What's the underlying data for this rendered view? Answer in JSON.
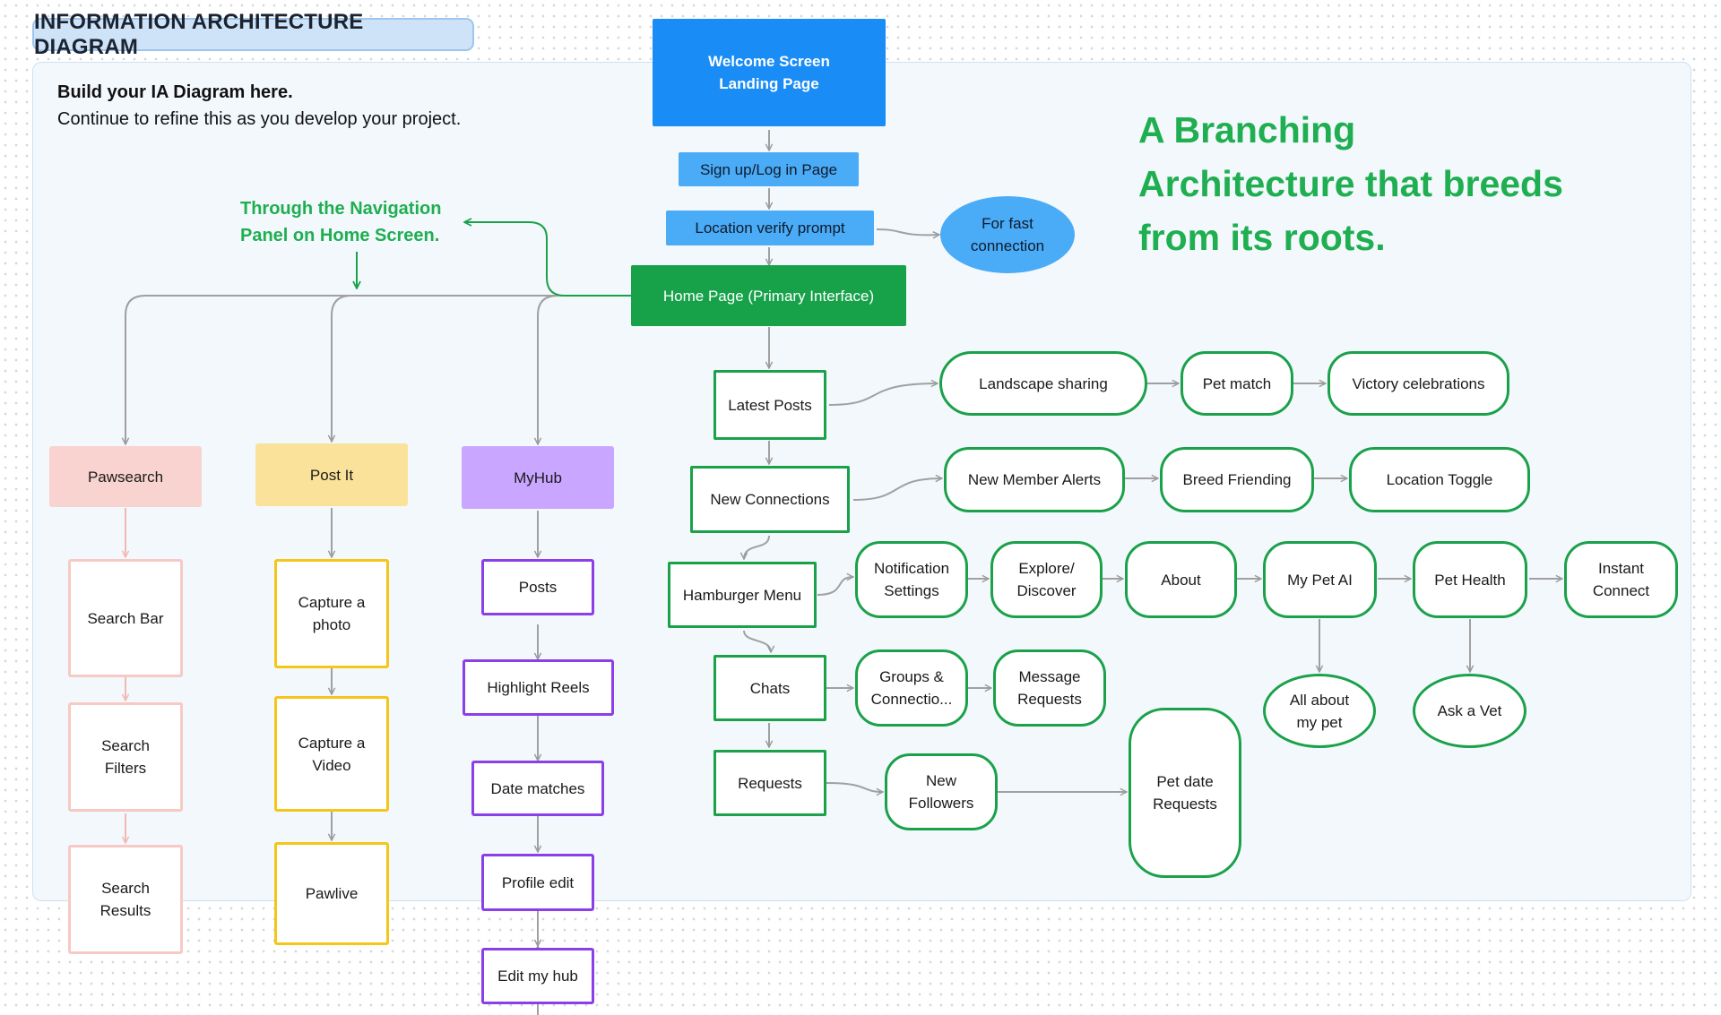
{
  "header": {
    "badge": "INFORMATION ARCHITECTURE DIAGRAM",
    "intro_bold": "Build your IA Diagram here.",
    "intro_text": "Continue to refine this as you develop your project."
  },
  "headline": {
    "line1": "A Branching",
    "line2": "Architecture that breeds",
    "line3": "from its roots."
  },
  "nav_note": {
    "line1": "Through the Navigation",
    "line2": "Panel on Home Screen."
  },
  "colors": {
    "primary_blue": "#1a8cf5",
    "light_blue": "#4aabf7",
    "green": "#1aa14a",
    "pink": "#f8d3cf",
    "yellow": "#fae29a",
    "purple": "#c9a6ff"
  },
  "flow": {
    "welcome": "Welcome Screen\nLanding Page",
    "signup": "Sign up/Log in Page",
    "location": "Location verify prompt",
    "fast": "For fast\nconnection",
    "home": "Home Page (Primary Interface)"
  },
  "main": {
    "latest_posts": "Latest Posts",
    "landscape": "Landscape sharing",
    "pet_match": "Pet match",
    "victory": "Victory celebrations",
    "new_connections": "New Connections",
    "new_member": "New Member Alerts",
    "breed": "Breed Friending",
    "loc_toggle": "Location Toggle",
    "hamburger": "Hamburger Menu",
    "notif": "Notification\nSettings",
    "explore": "Explore/\nDiscover",
    "about": "About",
    "mypetai": "My Pet AI",
    "pethealth": "Pet Health",
    "instant": "Instant\nConnect",
    "allabout": "All about\nmy pet",
    "askvet": "Ask a Vet",
    "chats": "Chats",
    "groups": "Groups &\nConnectio...",
    "message": "Message\nRequests",
    "requests": "Requests",
    "newfollowers": "New\nFollowers",
    "petdate": "Pet date\nRequests"
  },
  "columns": {
    "pawsearch": {
      "title": "Pawsearch",
      "items": [
        "Search Bar",
        "Search\nFilters",
        "Search\nResults"
      ]
    },
    "postit": {
      "title": "Post It",
      "items": [
        "Capture a\nphoto",
        "Capture a\nVideo",
        "Pawlive"
      ]
    },
    "myhub": {
      "title": "MyHub",
      "items": [
        "Posts",
        "Highlight Reels",
        "Date matches",
        "Profile edit",
        "Edit my hub"
      ]
    }
  }
}
